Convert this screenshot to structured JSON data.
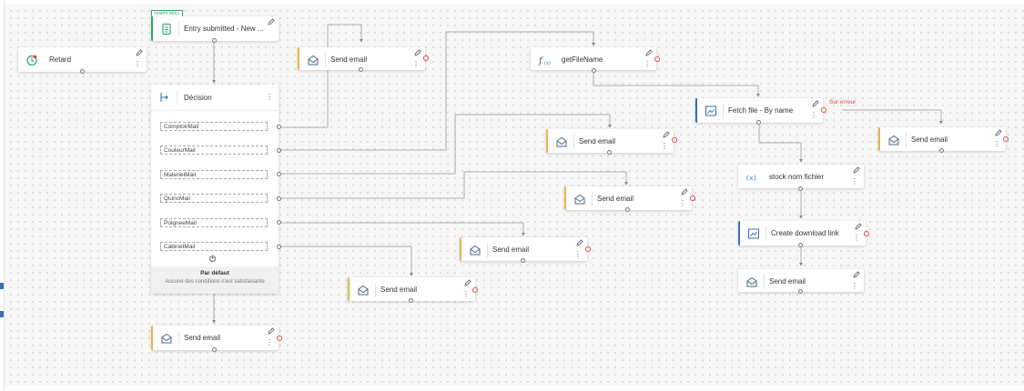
{
  "icons": {
    "timer": "timer-icon",
    "form": "form-icon",
    "email": "email-icon",
    "function": "function-icon",
    "decision": "decision-icon",
    "file": "file-icon",
    "variable": "variable-icon",
    "edit": "pencil-icon",
    "more": "more-icon"
  },
  "colors": {
    "trigger_accent": "#2fa56a",
    "email_accent": "#e9b64a",
    "file_accent": "#3a6fb5",
    "error": "#e0433c"
  },
  "flow": {
    "trigger": {
      "badge": "TEMPS RÉEL",
      "label": "Entry submitted - New ..."
    },
    "retard": {
      "label": "Retard"
    },
    "decision": {
      "label": "Décision",
      "conditions": [
        "ComptoirMail",
        "CouleurMail",
        "MaterielMail",
        "QuincMail",
        "PoigneeMail",
        "CabinetMail"
      ],
      "default_title": "Par défaut",
      "default_subtitle": "Aucune des conditions n'est satisfaisante"
    },
    "send_email_label": "Send email",
    "get_file_name": {
      "label": "getFileName"
    },
    "fetch_file": {
      "label": "Fetch file - By name",
      "error_label": "Sur erreur"
    },
    "stock_nom": {
      "label": "stock nom fichier"
    },
    "create_link": {
      "label": "Create download link"
    },
    "more_glyph": "⋮"
  }
}
